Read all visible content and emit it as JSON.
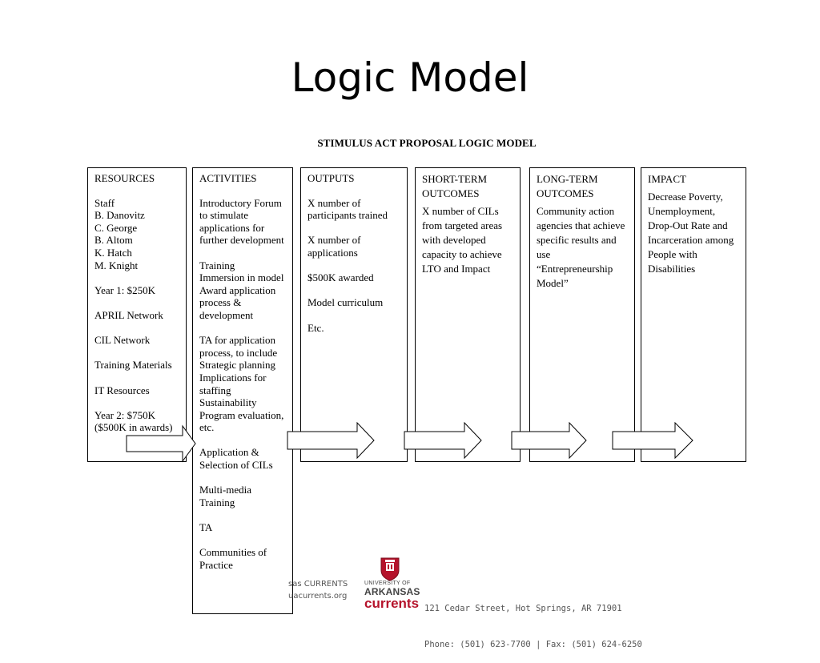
{
  "slide": {
    "title": "Logic Model"
  },
  "model": {
    "subtitle": "STIMULUS ACT PROPOSAL LOGIC MODEL",
    "resources": {
      "header": "RESOURCES",
      "items": [
        "Staff\n   B. Danovitz\n   C. George\n   B. Altom\n   K. Hatch\n   M. Knight",
        "Year 1: $250K",
        "APRIL Network",
        "CIL Network",
        "Training Materials",
        "IT Resources",
        "Year 2: $750K\n($500K in awards)"
      ]
    },
    "activities": {
      "header": "ACTIVITIES",
      "items": [
        "Introductory Forum to stimulate applications for further development",
        "Training\n   Immersion in model\n   Award application process & development",
        "TA for application process, to include Strategic planning\n   Implications for staffing\n   Sustainability Program evaluation, etc.",
        "Application & Selection of CILs",
        "Multi-media Training",
        "TA",
        "Communities of Practice"
      ]
    },
    "outputs": {
      "header": "OUTPUTS",
      "items": [
        "X number of participants trained",
        "X number of applications",
        "$500K awarded",
        "Model curriculum",
        "Etc."
      ]
    },
    "short_term": {
      "header": "SHORT-TERM OUTCOMES",
      "body": "X number of CILs from targeted areas with developed capacity to achieve LTO and Impact"
    },
    "long_term": {
      "header": "LONG-TERM OUTCOMES",
      "body": "Community action agencies that achieve specific results and use “Entrepreneurship Model”"
    },
    "impact": {
      "header": "IMPACT",
      "body": "Decrease  Poverty, Unemployment, Drop-Out Rate and Incarceration among People with Disabilities"
    }
  },
  "footer": {
    "left_line1": "sas CURRENTS",
    "left_line2": "uacurrents.org",
    "university_small": "UNIVERSITY OF",
    "university_name": "ARKANSAS",
    "brand": "currents",
    "address": "121 Cedar Street, Hot Springs, AR 71901",
    "phone": "Phone: (501) 623-7700 | Fax: (501) 624-6250",
    "accent_color": "#b5132b"
  }
}
